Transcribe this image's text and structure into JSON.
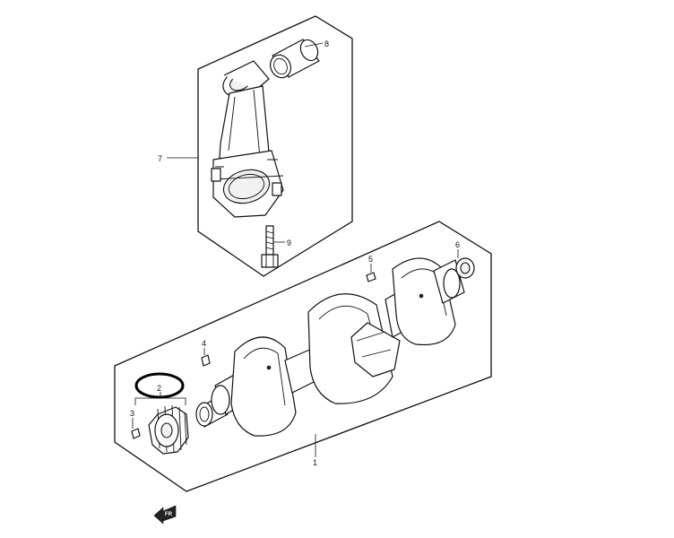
{
  "callouts": [
    {
      "id": "1",
      "label": "1"
    },
    {
      "id": "2",
      "label": "2"
    },
    {
      "id": "3",
      "label": "3"
    },
    {
      "id": "4",
      "label": "4"
    },
    {
      "id": "5",
      "label": "5"
    },
    {
      "id": "6",
      "label": "6"
    },
    {
      "id": "7",
      "label": "7"
    },
    {
      "id": "8",
      "label": "8"
    },
    {
      "id": "9",
      "label": "9"
    }
  ],
  "direction_badge": "FR",
  "colors": {
    "line": "#111111",
    "highlight": "#000000",
    "background": "#ffffff"
  }
}
